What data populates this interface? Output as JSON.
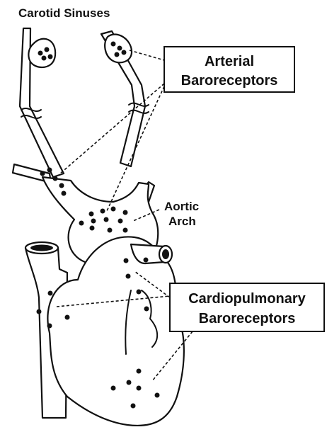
{
  "labels": {
    "carotid_sinuses": "Carotid Sinuses",
    "arterial_line1": "Arterial",
    "arterial_line2": "Baroreceptors",
    "aortic_line1": "Aortic",
    "aortic_line2": "Arch",
    "cardio_line1": "Cardiopulmonary",
    "cardio_line2": "Baroreceptors"
  }
}
